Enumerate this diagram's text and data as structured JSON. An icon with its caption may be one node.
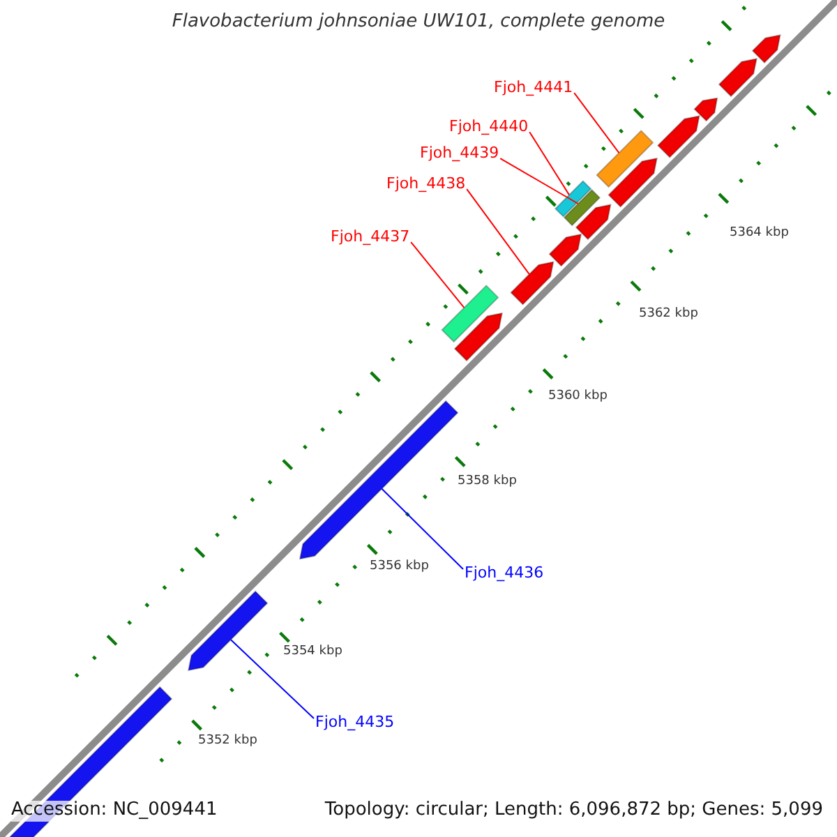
{
  "diagram": {
    "title": "Flavobacterium johnsoniae UW101, complete genome",
    "nodes": [
      {
        "text": [
          "Fjoh_4441"
        ]
      },
      {
        "text": [
          "Fjoh_4440"
        ]
      },
      {
        "text": [
          "Fjoh_4439"
        ]
      },
      {
        "text": [
          "Fjoh_4438"
        ]
      },
      {
        "text": [
          "Fjoh_4437"
        ]
      },
      {
        "text": [
          "Fjoh_4436"
        ]
      },
      {
        "text": [
          "Fjoh_4435"
        ]
      },
      {
        "text": [],
        "shape": "arrow"
      },
      {
        "text": [],
        "shape": "arrow"
      },
      {
        "text": [],
        "shape": "arrow"
      },
      {
        "text": [],
        "shape": "arrow"
      },
      {
        "text": [],
        "shape": "bar"
      },
      {
        "text": [],
        "shape": "arrow"
      },
      {
        "text": [],
        "shape": "arrow"
      },
      {
        "text": [],
        "shape": "bar"
      },
      {
        "text": [],
        "shape": "bar"
      },
      {
        "text": [],
        "shape": "arrow"
      },
      {
        "text": [],
        "shape": "bar"
      },
      {
        "text": [],
        "shape": "arrow"
      },
      {
        "text": [],
        "shape": "arrow"
      },
      {
        "text": [],
        "shape": "arrow"
      },
      {
        "text": [],
        "shape": "arrow"
      },
      {
        "text": [],
        "shape": "arrow"
      }
    ],
    "edges": [
      {
        "from": 0,
        "to": 17,
        "arrow": "none"
      },
      {
        "from": 1,
        "to": 14,
        "arrow": "none"
      },
      {
        "from": 2,
        "to": 15,
        "arrow": "none"
      },
      {
        "from": 3,
        "to": 12,
        "arrow": "none"
      },
      {
        "from": 4,
        "to": 11,
        "arrow": "none"
      },
      {
        "from": 5,
        "to": 9,
        "arrow": "none",
        "color": "#0000ff"
      },
      {
        "from": 6,
        "to": 8,
        "arrow": "none",
        "color": "#0000ff"
      }
    ],
    "labels": [
      "5364 kbp",
      "5362 kbp",
      "5360 kbp",
      "5358 kbp",
      "5356 kbp",
      "5354 kbp",
      "5352 kbp",
      "Accession: NC_009441",
      "Topology: circular; Length: 6,096,872 bp; Genes: 5,099"
    ]
  }
}
